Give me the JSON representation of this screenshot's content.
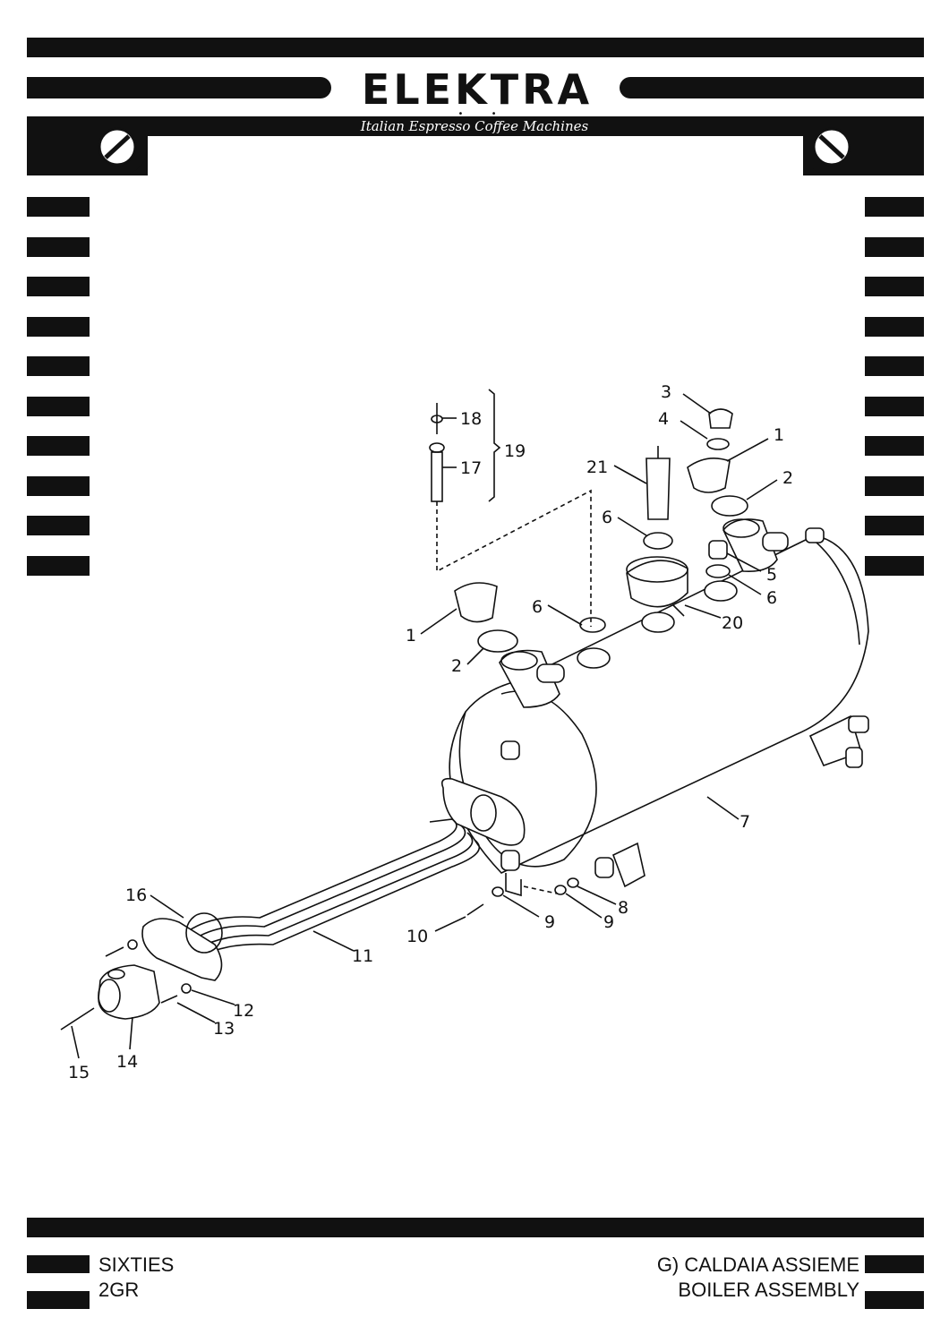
{
  "header": {
    "brand": "ELEKTRA",
    "brand_dots": "• • •",
    "tagline": "Italian Espresso Coffee Machines"
  },
  "footer": {
    "model_line1": "SIXTIES",
    "model_line2": "2GR",
    "section_line1": "G) CALDAIA ASSIEME",
    "section_line2": "BOILER ASSEMBLY"
  },
  "callouts": {
    "c1a": "1",
    "c1b": "1",
    "c2a": "2",
    "c2b": "2",
    "c3": "3",
    "c4": "4",
    "c5": "5",
    "c6a": "6",
    "c6b": "6",
    "c6c": "6",
    "c7": "7",
    "c8": "8",
    "c9a": "9",
    "c9b": "9",
    "c10": "10",
    "c11": "11",
    "c12": "12",
    "c13": "13",
    "c14": "14",
    "c15": "15",
    "c16": "16",
    "c17": "17",
    "c18": "18",
    "c19": "19",
    "c20": "20",
    "c21": "21"
  },
  "icons": [
    "screw-head-icon",
    "screw-head-icon"
  ],
  "colors": {
    "ink": "#111111",
    "paper": "#ffffff"
  }
}
